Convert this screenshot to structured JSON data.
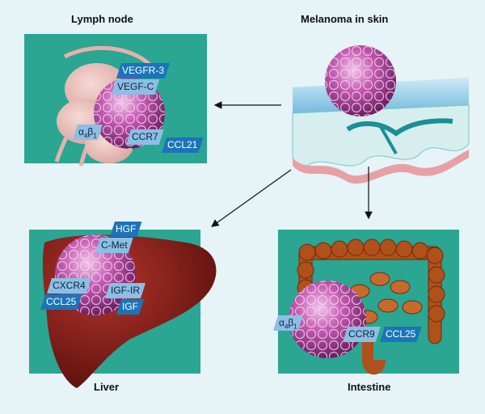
{
  "titles": {
    "lymph_node": "Lymph node",
    "melanoma": "Melanoma in skin",
    "liver": "Liver",
    "intestine": "Intestine"
  },
  "lymph_tags": {
    "vegfr3": "VEGFR-3",
    "vegfc": "VEGF-C",
    "ccr7": "CCR7",
    "ccl21": "CCL21",
    "integrin_base": "α",
    "integrin_sub1": "4",
    "integrin_base2": "β",
    "integrin_sub2": "1"
  },
  "liver_tags": {
    "hgf": "HGF",
    "cmet": "C-Met",
    "cxcr4": "CXCR4",
    "ccl25": "CCL25",
    "igfir": "IGF-IR",
    "igf": "IGF"
  },
  "intestine_tags": {
    "ccr9": "CCR9",
    "ccl25": "CCL25",
    "integrin_base": "α",
    "integrin_sub1": "4",
    "integrin_base2": "β",
    "integrin_sub2": "1"
  },
  "colors": {
    "panel": "#2aa692",
    "background": "#e6f3f7",
    "tumor": "#b0489c",
    "tag_dark": "#1b74b8",
    "tag_light": "#8bbfe3",
    "liver": "#8a1e1a",
    "intestine": "#b0501a"
  }
}
